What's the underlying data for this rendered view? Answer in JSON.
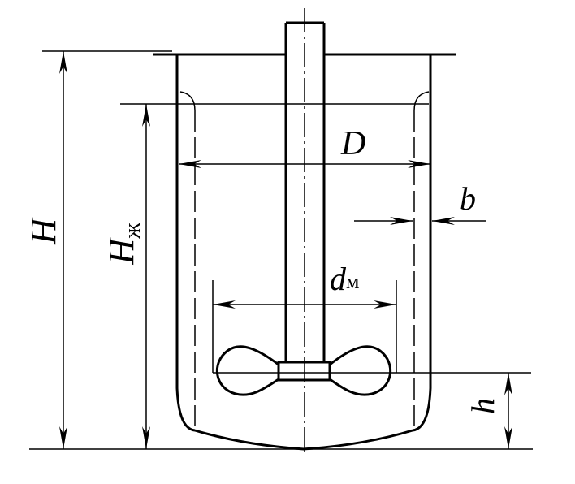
{
  "labels": {
    "H": "H",
    "H_liquid": "H",
    "H_liquid_subscript": "ж",
    "D": "D",
    "b": "b",
    "d_mixer": "d",
    "d_mixer_subscript": "м",
    "h": "h"
  }
}
